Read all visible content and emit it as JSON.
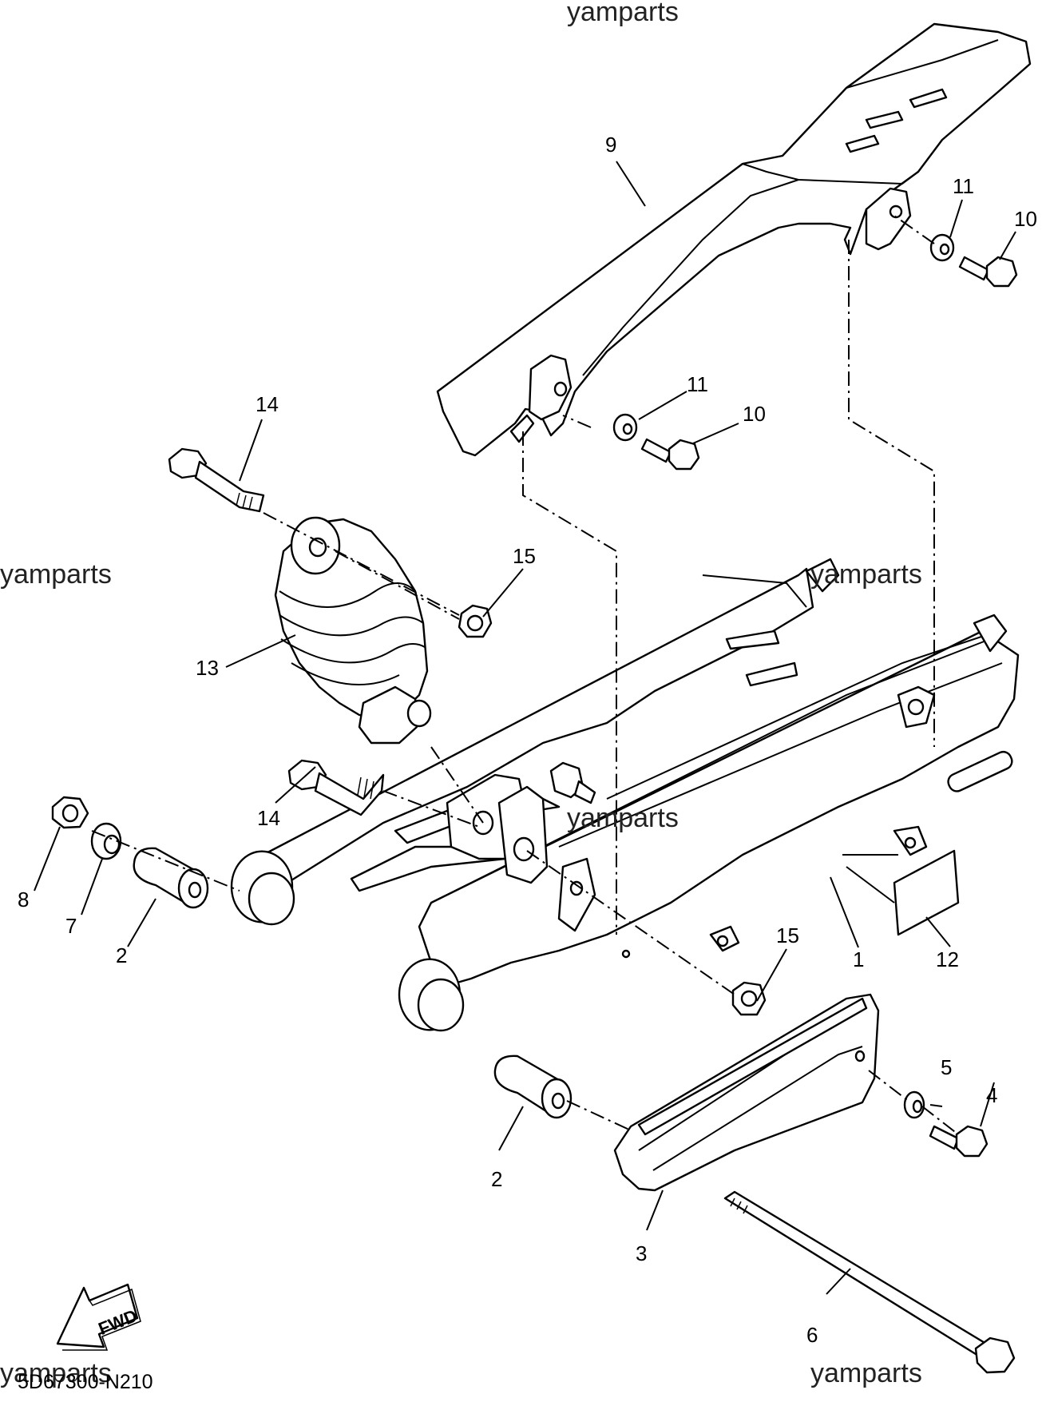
{
  "watermark": "yamparts",
  "diagram_code": "5D67300-N210",
  "fwd_label": "FWD",
  "callouts": {
    "p1": "1",
    "p2a": "2",
    "p2b": "2",
    "p3": "3",
    "p4": "4",
    "p5": "5",
    "p6": "6",
    "p7": "7",
    "p8": "8",
    "p9": "9",
    "p10a": "10",
    "p10b": "10",
    "p11a": "11",
    "p11b": "11",
    "p12": "12",
    "p13": "13",
    "p14a": "14",
    "p14b": "14",
    "p15a": "15",
    "p15b": "15"
  }
}
